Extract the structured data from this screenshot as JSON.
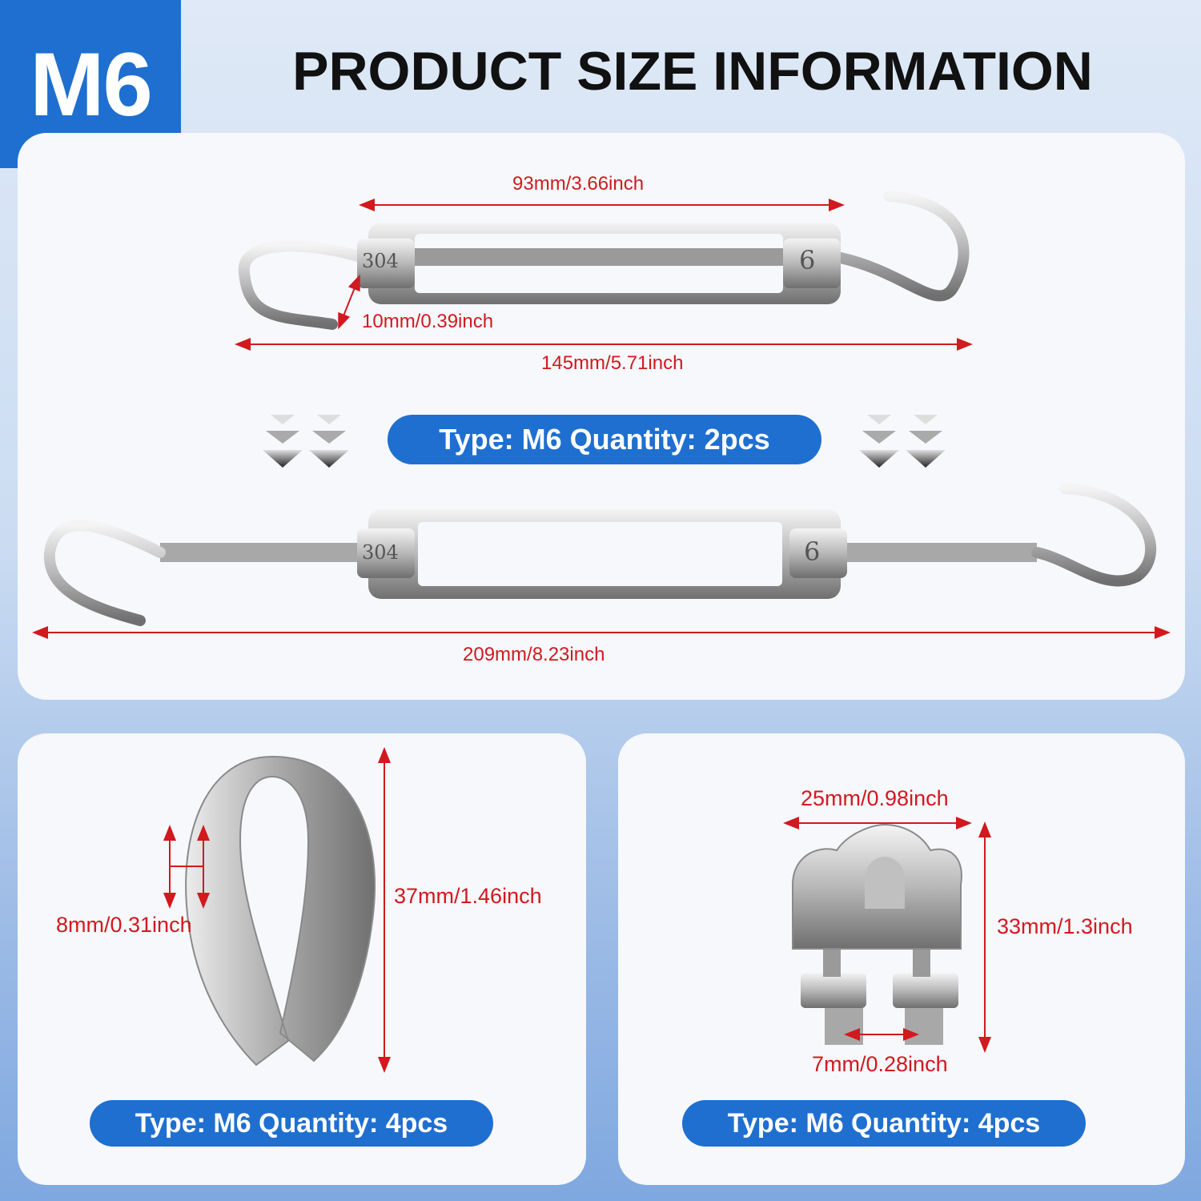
{
  "header": {
    "badge": "M6",
    "title": "PRODUCT SIZE INFORMATION"
  },
  "colors": {
    "brand_blue": "#1f6fd0",
    "dimension_red": "#d1191e",
    "panel": "#f6f8fc"
  },
  "turnbuckle": {
    "dimensions": {
      "body_length": "93mm/3.66inch",
      "hook_opening": "10mm/0.39inch",
      "closed_length": "145mm/5.71inch",
      "open_length": "209mm/8.23inch"
    },
    "label": "Type: M6 Quantity: 2pcs",
    "markings": {
      "left": "304",
      "right": "6"
    }
  },
  "thimble": {
    "dimensions": {
      "width": "8mm/0.31inch",
      "height": "37mm/1.46inch"
    },
    "label": "Type: M6 Quantity: 4pcs"
  },
  "wire_clip": {
    "dimensions": {
      "width": "25mm/0.98inch",
      "height": "33mm/1.3inch",
      "bolt_gap": "7mm/0.28inch"
    },
    "label": "Type: M6 Quantity: 4pcs"
  },
  "icons": [
    "down-arrows-icon",
    "down-arrows-icon"
  ]
}
